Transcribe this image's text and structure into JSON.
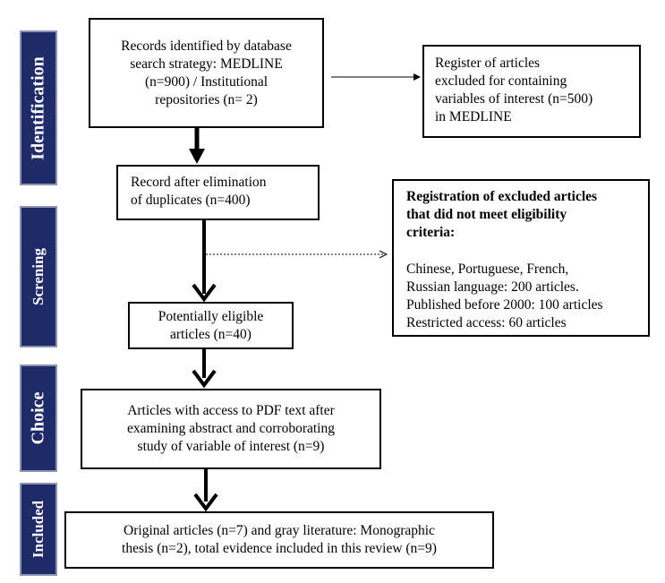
{
  "stages": {
    "identification": "Identification",
    "screening": "Screning",
    "choice": "Choice",
    "included": "Included"
  },
  "boxes": {
    "records_identified": [
      "Records identified by database",
      "search strategy: MEDLINE",
      "(n=900) / Institutional",
      "repositories (n= 2)"
    ],
    "excluded_variables": [
      "Register of articles",
      "excluded for containing",
      "variables of interest (n=500)",
      "in MEDLINE"
    ],
    "after_duplicates": [
      "Record after elimination",
      "of duplicates (n=400)"
    ],
    "excluded_eligibility_title": [
      "Registration of excluded articles",
      "that did not meet eligibility",
      "criteria:"
    ],
    "excluded_eligibility_items": [
      "Chinese, Portuguese, French,",
      "Russian language: 200 articles.",
      "Published before 2000: 100 articles",
      "Restricted access: 60 articles"
    ],
    "potentially_eligible": [
      "Potentially eligible",
      "articles (n=40)"
    ],
    "pdf_access": [
      "Articles with access to PDF text after",
      "examining abstract and corroborating",
      "study of variable of interest (n=9)"
    ],
    "included": [
      "Original articles (n=7) and gray literature: Monographic",
      "thesis (n=2), total evidence included in this review (n=9)"
    ]
  }
}
